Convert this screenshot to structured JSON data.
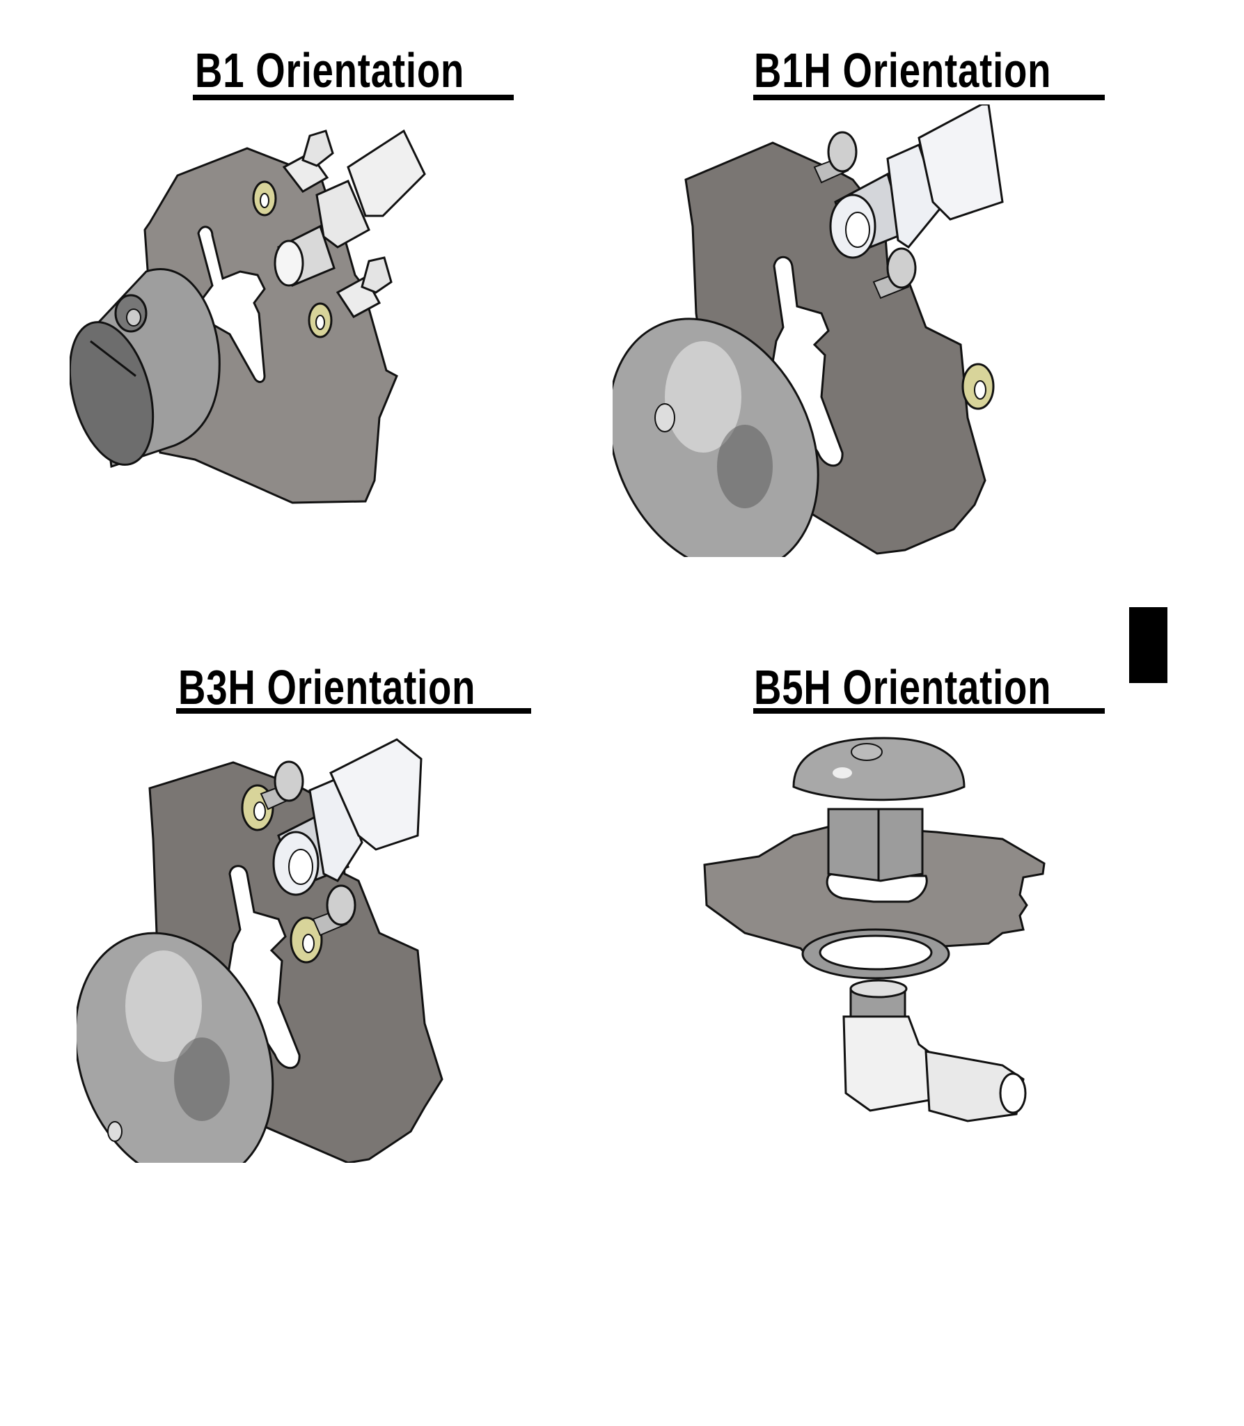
{
  "figure": {
    "panels": [
      {
        "id": "b1",
        "title": "B1 Orientation",
        "components": [
          "mounting-plate",
          "nozzle-cylinder-head",
          "compression-fitting",
          "hex-bolt",
          "hex-bolt",
          "lock-washer",
          "lock-washer"
        ]
      },
      {
        "id": "b1h",
        "title": "B1H Orientation",
        "components": [
          "mounting-plate",
          "chrome-dome-head",
          "compression-fitting",
          "screw",
          "screw",
          "washer",
          "washer"
        ]
      },
      {
        "id": "b3h",
        "title": "B3H Orientation",
        "components": [
          "mounting-plate",
          "chrome-dome-head",
          "compression-fitting",
          "screw",
          "screw",
          "washer",
          "washer"
        ]
      },
      {
        "id": "b5h",
        "title": "B5H Orientation",
        "components": [
          "dome-head-threaded-stem",
          "mounting-plate",
          "lock-nut",
          "elbow-compression-fitting"
        ]
      }
    ],
    "colors": {
      "plate": "#8f8b88",
      "plate_dark": "#7a7673",
      "washer": "#d8d49a",
      "fitting": "#eef0f4",
      "chrome": "#a8a8a8",
      "outline": "#111111"
    }
  }
}
